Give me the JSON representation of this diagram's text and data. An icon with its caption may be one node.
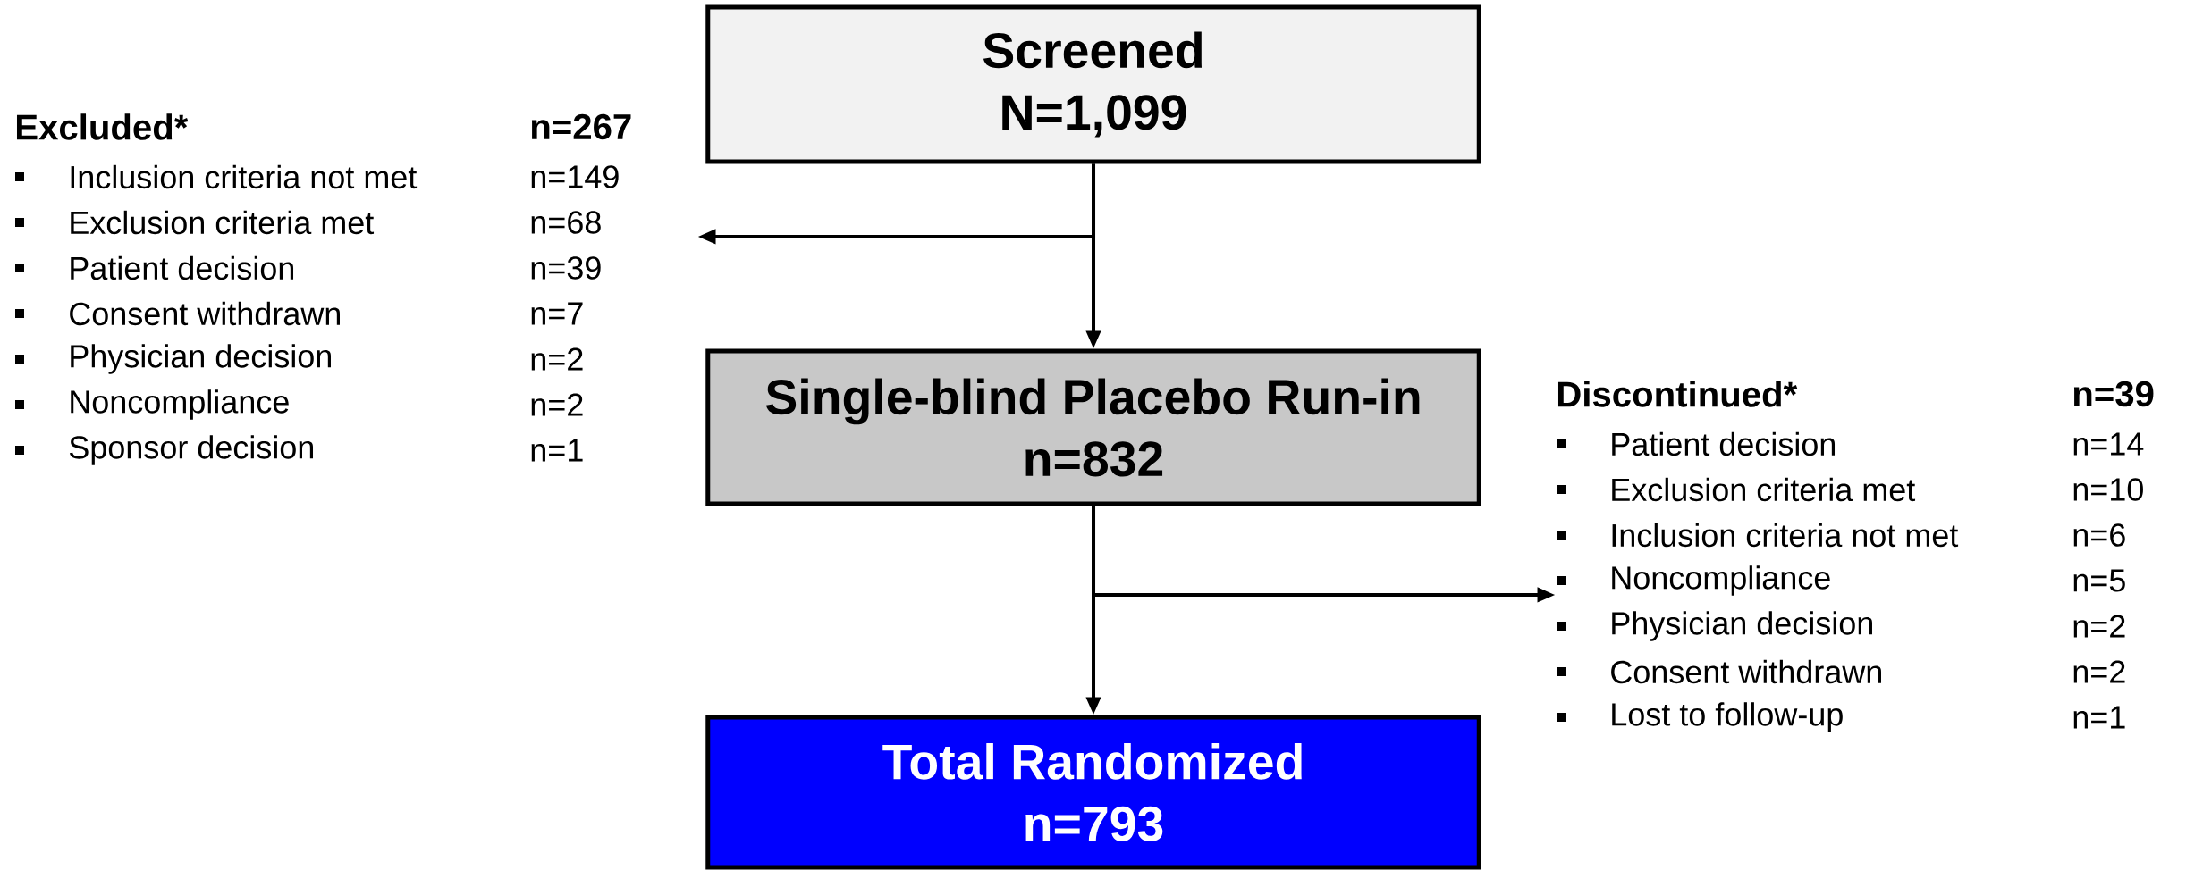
{
  "diagram": {
    "nodes": [
      {
        "text": [
          "Screened",
          "N=1,099"
        ]
      },
      {
        "text": [
          "Excluded*",
          "n=267",
          "Inclusion criteria not met",
          "n=149",
          "Exclusion criteria met",
          "n=68",
          "Patient decision",
          "n=39",
          "Consent withdrawn",
          "n=7",
          "Physician decision",
          "n=2",
          "Noncompliance",
          "n=2",
          "Sponsor decision",
          "n=1"
        ]
      },
      {
        "text": [
          "Single-blind Placebo Run-in",
          "n=832"
        ]
      },
      {
        "text": [
          "Total Randomized",
          "n=793"
        ]
      },
      {
        "text": [
          "Discontinued*",
          "n=39",
          "Patient decision",
          "n=14",
          "Exclusion criteria met",
          "n=10",
          "Inclusion criteria not met",
          "n=6",
          "Noncompliance",
          "n=5",
          "Physician decision",
          "n=2",
          "Consent withdrawn",
          "n=2",
          "Lost to follow-up",
          "n=1"
        ]
      }
    ],
    "edges": [
      {
        "from": 0,
        "to": 2,
        "arrow": "to"
      },
      {
        "from": 0,
        "to": 1,
        "arrow": "to"
      },
      {
        "from": 2,
        "to": 3,
        "arrow": "to"
      },
      {
        "from": 2,
        "to": 4,
        "arrow": "to"
      }
    ]
  }
}
